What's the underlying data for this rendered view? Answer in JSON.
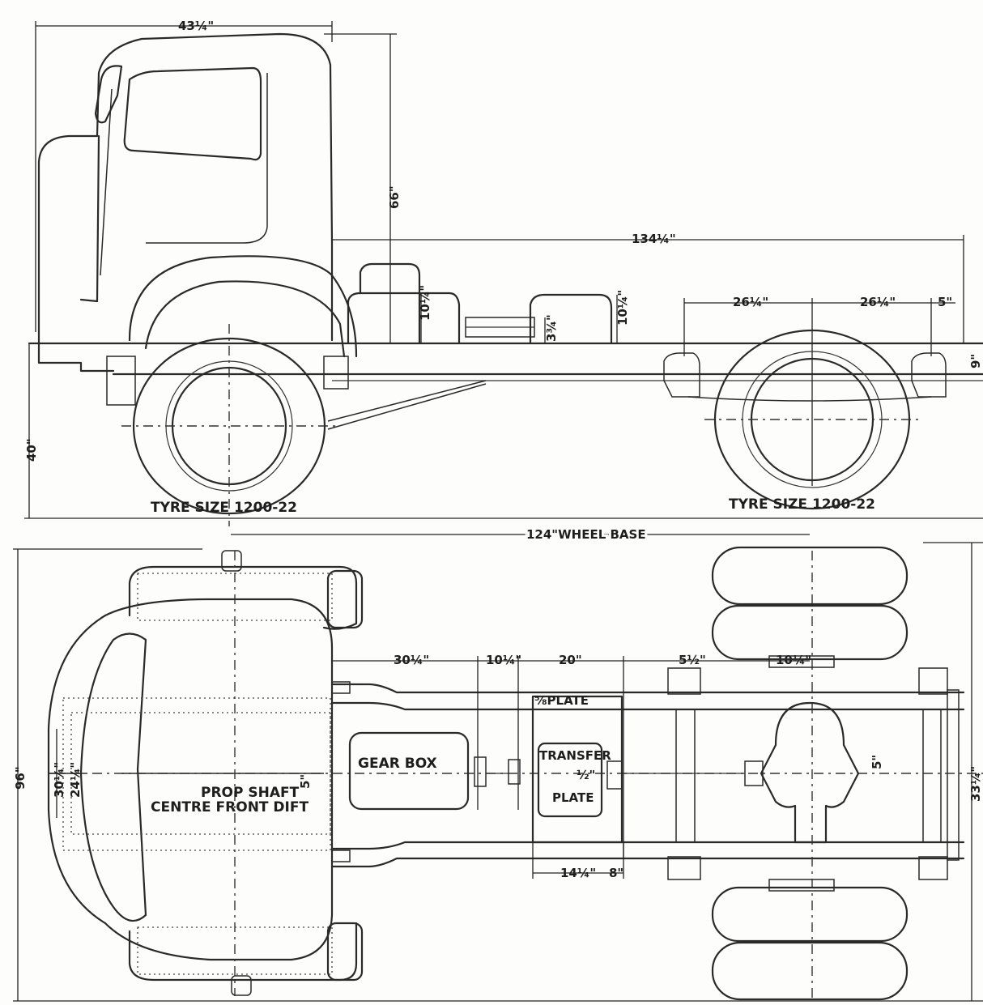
{
  "side_view": {
    "dims": {
      "cab_length": "43¼\"",
      "cab_height": "66\"",
      "rear_overhang": "134¼\"",
      "tank_height": "10¼\"",
      "shaft_height": "3¾\"",
      "fuel_height": "10¼\"",
      "spring_front": "26¼\"",
      "spring_rear": "26¼\"",
      "rear_end": "5\"",
      "ground_frame": "40\"",
      "frame_edge": "9\""
    },
    "tyre_front": "TYRE SIZE 1200-22",
    "tyre_rear": "TYRE SIZE 1200-22",
    "wheel_base": "124\"WHEEL BASE"
  },
  "plan_view": {
    "dims": {
      "overall_width": "96\"",
      "a": "30¼\"",
      "b": "10¼\"",
      "c": "20\"",
      "d": "5½\"",
      "e": "10¼\"",
      "f": "14¼\"",
      "g": "8\"",
      "track_a": "30¼\"",
      "track_b": "24¼\"",
      "rear_track": "33¼\"",
      "offset": "5\""
    },
    "labels": {
      "gear_box": "GEAR BOX",
      "prop_shaft": "PROP SHAFT",
      "centre_front_dift": "CENTRE FRONT DIFT",
      "plate": "⅝PLATE",
      "transfer": "TRANSFER",
      "transfer_plate": "PLATE",
      "transfer_dim": "½\"",
      "five_a": "5\"",
      "five_b": "5\""
    }
  }
}
